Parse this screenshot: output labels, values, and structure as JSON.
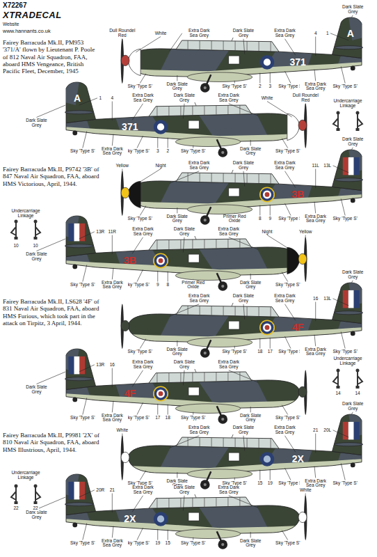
{
  "diagram": {
    "labels": [
      "X72267",
      "XTRADECAL",
      "Website",
      "www.hannants.co.uk",
      "Fairey Barracuda Mk.II, PM953 '371/A' flown by Lieutenant P. Poole of 812 Naval Air Squadron, FAA, aboard HMS Vengeance, British Pacific Fleet, December, 1945",
      "Dull Roundel Red",
      "White",
      "Extra Dark Sea Grey",
      "Dark Slate Grey",
      "Extra Dark Sea Grey",
      "Dark Slate Grey",
      "4",
      "1",
      "371",
      "A",
      "2",
      "3",
      "Sky 'Type S'",
      "Dark Slate Grey",
      "Sky 'Type S'",
      "Sky 'Type S'",
      "Extra Dark Sea Grey",
      "Sky 'Type S'",
      "Undercarriage Linkage",
      "Dull Roundel Red",
      "White",
      "Extra Dark Sea Grey",
      "Dark Slate Grey",
      "Extra Dark Sea Grey",
      "4",
      "1",
      "Dark Slate Grey",
      "A",
      "371",
      "Sky 'Type S'",
      "Dark Slate Grey",
      "Sky 'Type S'",
      "2",
      "3",
      "Sky 'Type S'",
      "Extra Dark Sea Grey",
      "Sky 'Type S'",
      "Fairey Barracuda Mk.II, P9742 '3B' of 847 Naval Air Squadron, FAA, aboard HMS Victorious, April, 1944.",
      "Yellow",
      "Night",
      "Extra Dark Sea Grey",
      "Dark Slate Grey",
      "Extra Dark Sea Grey",
      "Dark Slate Grey",
      "11L",
      "13L",
      "3B",
      "Sky 'Type S'",
      "Dark Slate Grey",
      "Primer Red Oxide",
      "8",
      "9",
      "Sky 'Type S'",
      "Extra Dark Sea Grey",
      "Sky 'Type S'",
      "Undercarriage Linkage",
      "10",
      "10",
      "Yellow",
      "Night",
      "Extra Dark Sea Grey",
      "Dark Slate Grey",
      "Extra Dark Sea Grey",
      "11R",
      "13R",
      "Dark Slate Grey",
      "3B",
      "Sky 'Type S'",
      "Dark Slate Grey",
      "Primer Red Oxide",
      "8",
      "9",
      "Sky 'Type S'",
      "Extra Dark Sea Grey",
      "Sky 'Type S'",
      "Fairey Barracuda Mk.II, LS628 '4F' of 831 Naval Air Squadron, FAA, aboard HMS Furious, which took part in the attack on Tirpitz, 3 April, 1944.",
      "Extra Dark Sea Grey",
      "Dark Slate Grey",
      "Extra Dark Sea Grey",
      "Dark Slate Grey",
      "16",
      "13L",
      "4F",
      "Sky 'Type S'",
      "Dark Slate Grey",
      "Sky 'Type S'",
      "18",
      "17",
      "Sky 'Type S'",
      "Extra Dark Sea Grey",
      "Sky 'Type S'",
      "Extra Dark Sea Grey",
      "Dark Slate Grey",
      "Extra Dark Sea Grey",
      "16",
      "13R",
      "Dark Slate Grey",
      "4F",
      "Sky 'Type S'",
      "Dark Slate Grey",
      "Sky 'Type S'",
      "18",
      "17",
      "Sky 'Type S'",
      "Extra Dark Sea Grey",
      "Sky 'Type S'",
      "Undercarriage Linkage",
      "14",
      "14",
      "Fairey Barracuda Mk.II, P9981 '2X' of 810 Naval Air Squadron, FAA, aboard HMS Illustrious, April, 1944.",
      "White",
      "Extra Dark Sea Grey",
      "Dark Slate Grey",
      "Extra Dark Sea Grey",
      "Dark Slate Grey",
      "21",
      "20L",
      "2X",
      "Sky 'Type S'",
      "Dark Slate Grey",
      "Sky 'Type S'",
      "15",
      "19",
      "Sky 'Type S'",
      "Extra Dark Sea Grey",
      "Sky 'Type S'",
      "White",
      "Extra Dark Sea Grey",
      "Dark Slate Grey",
      "Extra Dark Sea Grey",
      "21",
      "20R",
      "Dark Slate Grey",
      "2X",
      "Sky 'Type S'",
      "Dark Slate Grey",
      "Sky 'Type S'",
      "15",
      "19",
      "Sky 'Type S'",
      "Extra Dark Sea Grey",
      "Sky 'Type S'",
      "Undercarriage Linkage",
      "22",
      "22"
    ]
  }
}
